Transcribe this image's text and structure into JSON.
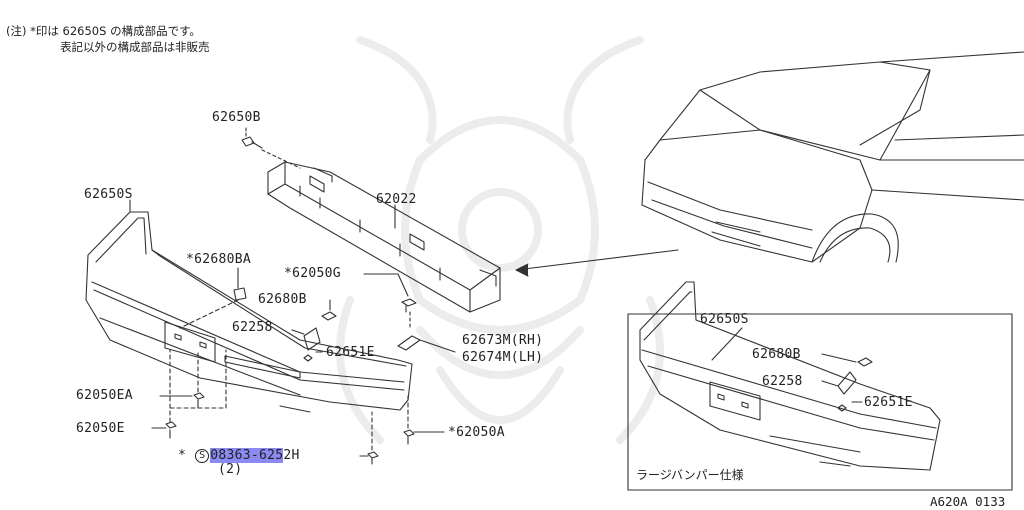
{
  "notes": {
    "line1": "(注) *印は 62650S の構成部品です。",
    "line2": "表記以外の構成部品は非販売"
  },
  "labels": {
    "b62650B": "62650B",
    "b62650S_main": "62650S",
    "b62022": "62022",
    "b62680BA": "*62680BA",
    "b62050G": "*62050G",
    "b62680B": "62680B",
    "b62258": "62258",
    "b62651E": "62651E",
    "b62673M": "62673M(RH)",
    "b62674M": "62674M(LH)",
    "b62050EA": "62050EA",
    "b62050E": "62050E",
    "b62050A": "*62050A",
    "bolt_star": "*",
    "bolt_ref": "S",
    "bolt_part_hl": "08363-625",
    "bolt_part_rest": "2H",
    "bolt_qty": "(2)"
  },
  "inset": {
    "title": "ラージバンパー仕様",
    "b62650S": "62650S",
    "b62680B": "62680B",
    "b62258": "62258",
    "b62651E": "62651E"
  },
  "figure_code": "A620A 0133",
  "colors": {
    "line": "#333333",
    "highlight": "#8a8af2",
    "watermark": "#ececec"
  }
}
